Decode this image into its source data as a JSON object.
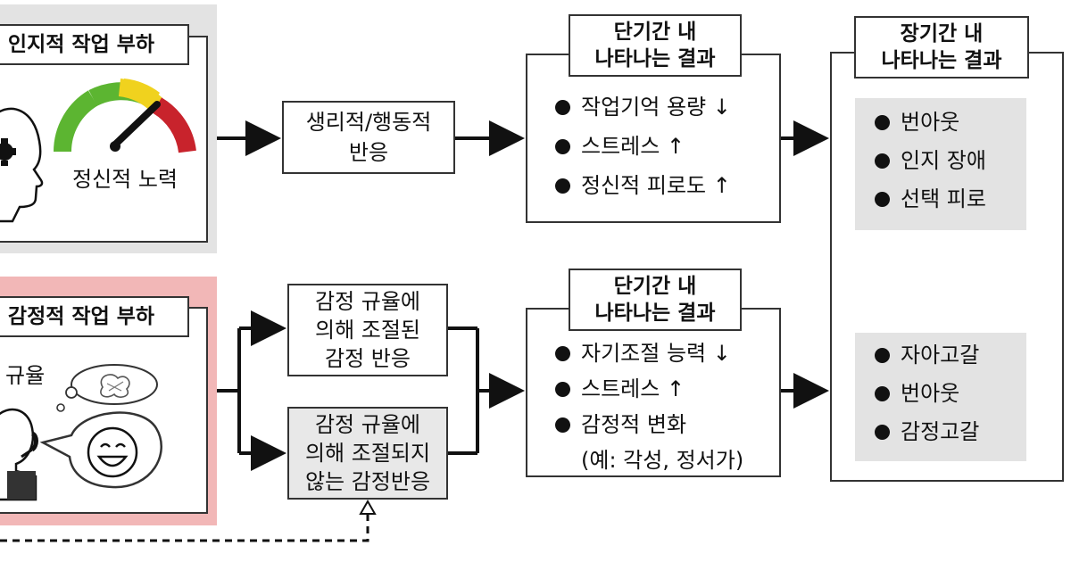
{
  "top": {
    "load_label": "인지적 작업 부하",
    "effort_label": "정신적 노력",
    "response_box": "생리적/행동적\n반응",
    "short_term": {
      "title": "단기간 내\n나타나는 결과",
      "items": [
        "작업기억 용량 ↓",
        "스트레스 ↑",
        "정신적 피로도 ↑"
      ]
    }
  },
  "bottom": {
    "load_label": "감정적 작업 부하",
    "regulation_label": "규율",
    "regulated_box": "감정 규율에\n의해 조절된\n감정 반응",
    "unregulated_box": "감정 규율에\n의해 조절되지\n않는 감정반응",
    "short_term": {
      "title": "단기간 내\n나타나는 결과",
      "items": [
        "자기조절 능력 ↓",
        "스트레스 ↑",
        "감정적 변화"
      ],
      "note": "(예: 각성, 정서가)"
    }
  },
  "long_term": {
    "title": "장기간 내\n나타나는 결과",
    "group1": [
      "번아웃",
      "인지 장애",
      "선택 피로"
    ],
    "group2": [
      "자아고갈",
      "번아웃",
      "감정고갈"
    ]
  },
  "colors": {
    "gauge_green": "#5cb531",
    "gauge_yellow": "#f0d21e",
    "gauge_red": "#c8232c",
    "panel_gray": "#e3e3e3",
    "panel_pink": "#f2b7b7"
  }
}
